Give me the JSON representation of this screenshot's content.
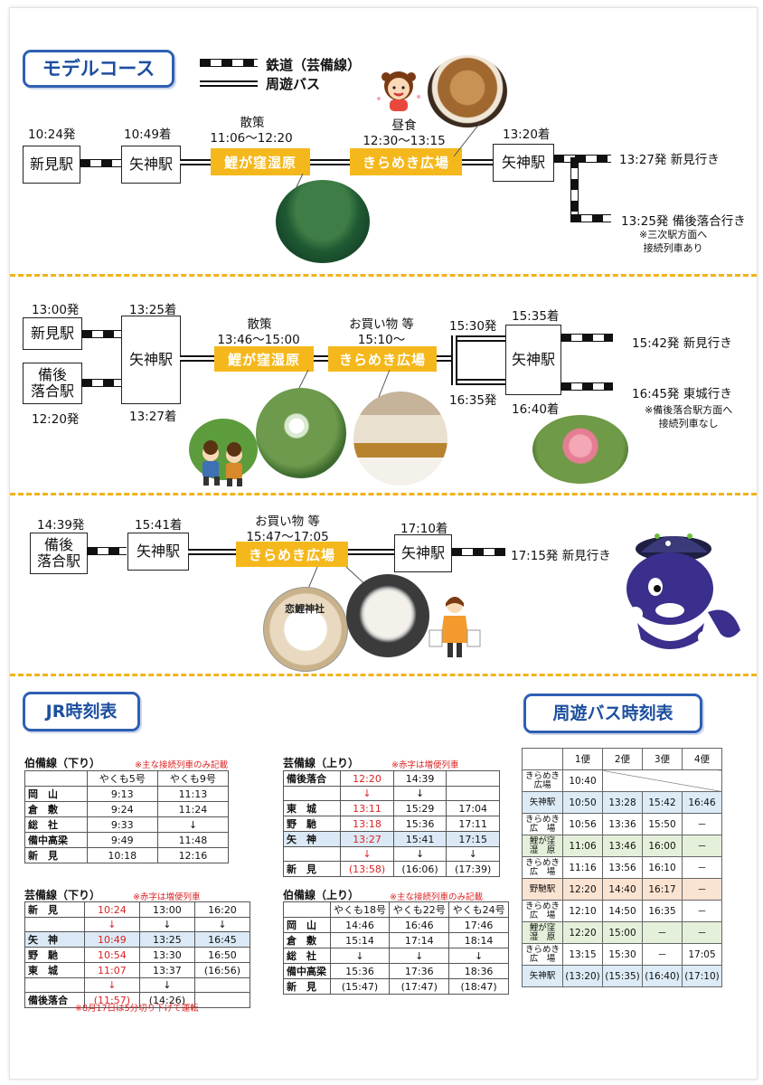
{
  "header": {
    "title": "モデルコース",
    "legend_rail": "鉄道（芸備線）",
    "legend_bus": "周遊バス"
  },
  "course1": {
    "niimi": "新見駅",
    "niimi_time": "10:24発",
    "yagami1": "矢神駅",
    "yagami1_time": "10:49着",
    "walk_label": "散策",
    "walk_time": "11:06～12:20",
    "koigakubo": "鯉が窪湿原",
    "lunch_label": "昼食",
    "lunch_time": "12:30～13:15",
    "kirameki": "きらめき広場",
    "yagami2": "矢神駅",
    "yagami2_time": "13:20着",
    "dep_niimi": "13:27発 新見行き",
    "dep_bingo": "13:25発 備後落合行き",
    "note": "※三次駅方面へ\n接続列車あり"
  },
  "course2": {
    "niimi": "新見駅",
    "niimi_time": "13:00発",
    "bingo": "備後\n落合駅",
    "bingo_time": "12:20発",
    "yagami1": "矢神駅",
    "yagami1_arr1": "13:25着",
    "yagami1_arr2": "13:27着",
    "walk_label": "散策",
    "walk_time": "13:46～15:00",
    "koigakubo": "鯉が窪湿原",
    "shop_label": "お買い物 等",
    "shop_time": "15:10～",
    "kirameki": "きらめき広場",
    "bus_dep1": "15:30発",
    "bus_dep2": "16:35発",
    "yagami2": "矢神駅",
    "yagami2_arr1": "15:35着",
    "yagami2_arr2": "16:40着",
    "dep_niimi": "15:42発 新見行き",
    "dep_tojo": "16:45発 東城行き",
    "note": "※備後落合駅方面へ\n接続列車なし"
  },
  "course3": {
    "bingo": "備後\n落合駅",
    "bingo_time": "14:39発",
    "yagami1": "矢神駅",
    "yagami1_time": "15:41着",
    "shop_label": "お買い物 等",
    "shop_time": "15:47～17:05",
    "kirameki": "きらめき広場",
    "yagami2": "矢神駅",
    "yagami2_time": "17:10着",
    "dep_niimi": "17:15発 新見行き",
    "sign_text": "恋鯉神社"
  },
  "jr": {
    "title": "JR時刻表",
    "hakubi_down": {
      "title": "伯備線（下り）",
      "note": "※主な接続列車のみ記載",
      "header": [
        "",
        "やくも5号",
        "やくも9号"
      ],
      "rows": [
        [
          "岡　山",
          "9:13",
          "11:13"
        ],
        [
          "倉　敷",
          "9:24",
          "11:24"
        ],
        [
          "総　社",
          "9:33",
          "↓"
        ],
        [
          "備中高梁",
          "9:49",
          "11:48"
        ],
        [
          "新　見",
          "10:18",
          "12:16"
        ]
      ]
    },
    "geibi_up": {
      "title": "芸備線（上り）",
      "note": "※赤字は増便列車",
      "rows": [
        [
          "備後落合",
          "12:20",
          "14:39",
          ""
        ],
        [
          "",
          "↓",
          "↓",
          ""
        ],
        [
          "東　城",
          "13:11",
          "15:29",
          "17:04"
        ],
        [
          "野　馳",
          "13:18",
          "15:36",
          "17:11"
        ],
        [
          "矢　神",
          "13:27",
          "15:41",
          "17:15"
        ],
        [
          "",
          "↓",
          "↓",
          "↓"
        ],
        [
          "新　見",
          "(13:58)",
          "(16:06)",
          "(17:39)"
        ]
      ]
    },
    "geibi_down": {
      "title": "芸備線（下り）",
      "note": "※赤字は増便列車",
      "footnote": "※8月17日は5分切り下げて運転",
      "rows": [
        [
          "新　見",
          "10:24",
          "13:00",
          "16:20"
        ],
        [
          "",
          "↓",
          "↓",
          "↓"
        ],
        [
          "矢　神",
          "10:49",
          "13:25",
          "16:45"
        ],
        [
          "野　馳",
          "10:54",
          "13:30",
          "16:50"
        ],
        [
          "東　城",
          "11:07",
          "13:37",
          "(16:56)"
        ],
        [
          "",
          "↓",
          "↓",
          ""
        ],
        [
          "備後落合",
          "(11:57)",
          "(14:26)",
          ""
        ]
      ]
    },
    "hakubi_up": {
      "title": "伯備線（上り）",
      "note": "※主な接続列車のみ記載",
      "header": [
        "",
        "やくも18号",
        "やくも22号",
        "やくも24号"
      ],
      "rows": [
        [
          "岡　山",
          "14:46",
          "16:46",
          "17:46"
        ],
        [
          "倉　敷",
          "15:14",
          "17:14",
          "18:14"
        ],
        [
          "総　社",
          "↓",
          "↓",
          "↓"
        ],
        [
          "備中高梁",
          "15:36",
          "17:36",
          "18:36"
        ],
        [
          "新　見",
          "(15:47)",
          "(17:47)",
          "(18:47)"
        ]
      ]
    }
  },
  "bus": {
    "title": "周遊バス時刻表",
    "header": [
      "",
      "1便",
      "2便",
      "3便",
      "4便"
    ],
    "rows": [
      [
        "きらめき\n広場",
        "10:40",
        "",
        "",
        ""
      ],
      [
        "矢神駅",
        "10:50",
        "13:28",
        "15:42",
        "16:46"
      ],
      [
        "きらめき\n広　場",
        "10:56",
        "13:36",
        "15:50",
        "－"
      ],
      [
        "鯉が窪\n湿　原",
        "11:06",
        "13:46",
        "16:00",
        "－"
      ],
      [
        "きらめき\n広　場",
        "11:16",
        "13:56",
        "16:10",
        "－"
      ],
      [
        "野馳駅",
        "12:20",
        "14:40",
        "16:17",
        "－"
      ],
      [
        "きらめき\n広　場",
        "12:10",
        "14:50",
        "16:35",
        "－"
      ],
      [
        "鯉が窪\n湿　原",
        "12:20",
        "15:00",
        "－",
        "－"
      ],
      [
        "きらめき\n広　場",
        "13:15",
        "15:30",
        "－",
        "17:05"
      ],
      [
        "矢神駅",
        "(13:20)",
        "(15:35)",
        "(16:40)",
        "(17:10)"
      ]
    ]
  },
  "colors": {
    "accent_blue": "#2f5fb3",
    "gold": "#f5b81c",
    "red": "#dd2222"
  }
}
